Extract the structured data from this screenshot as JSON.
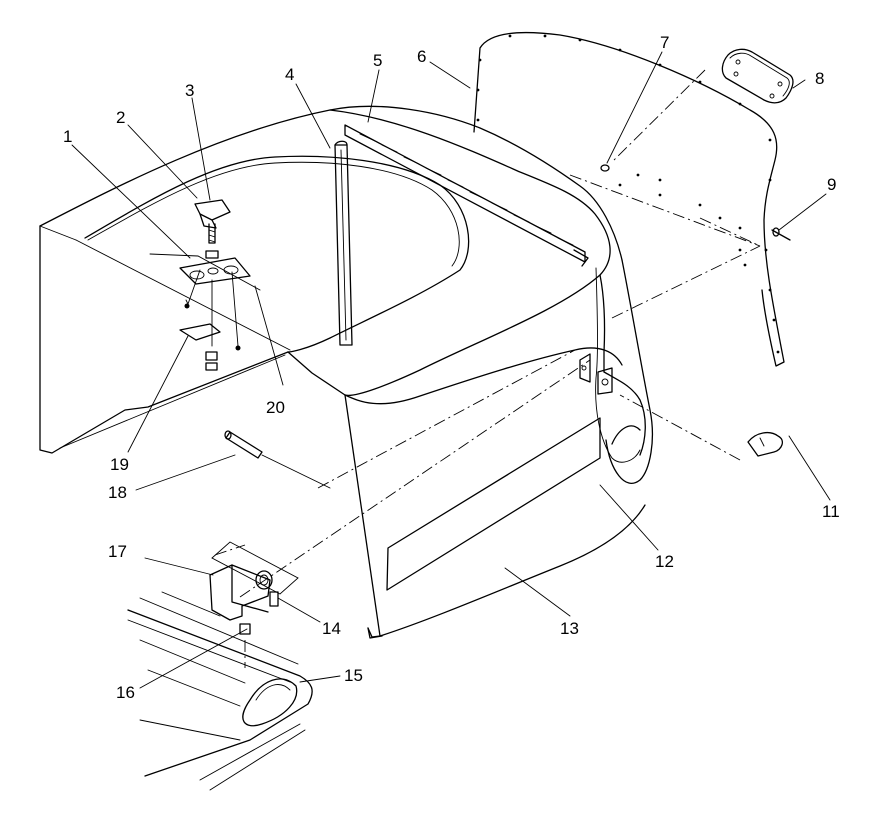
{
  "diagram": {
    "callouts": [
      {
        "id": "c1",
        "label": "1"
      },
      {
        "id": "c2",
        "label": "2"
      },
      {
        "id": "c3",
        "label": "3"
      },
      {
        "id": "c4",
        "label": "4"
      },
      {
        "id": "c5",
        "label": "5"
      },
      {
        "id": "c6",
        "label": "6"
      },
      {
        "id": "c7",
        "label": "7"
      },
      {
        "id": "c8",
        "label": "8"
      },
      {
        "id": "c9",
        "label": "9"
      },
      {
        "id": "c11",
        "label": "11"
      },
      {
        "id": "c12",
        "label": "12"
      },
      {
        "id": "c13",
        "label": "13"
      },
      {
        "id": "c14",
        "label": "14"
      },
      {
        "id": "c15",
        "label": "15"
      },
      {
        "id": "c16",
        "label": "16"
      },
      {
        "id": "c17",
        "label": "17"
      },
      {
        "id": "c18",
        "label": "18"
      },
      {
        "id": "c19",
        "label": "19"
      },
      {
        "id": "c20",
        "label": "20"
      }
    ],
    "colors": {
      "line": "#000000",
      "background": "#ffffff"
    }
  }
}
